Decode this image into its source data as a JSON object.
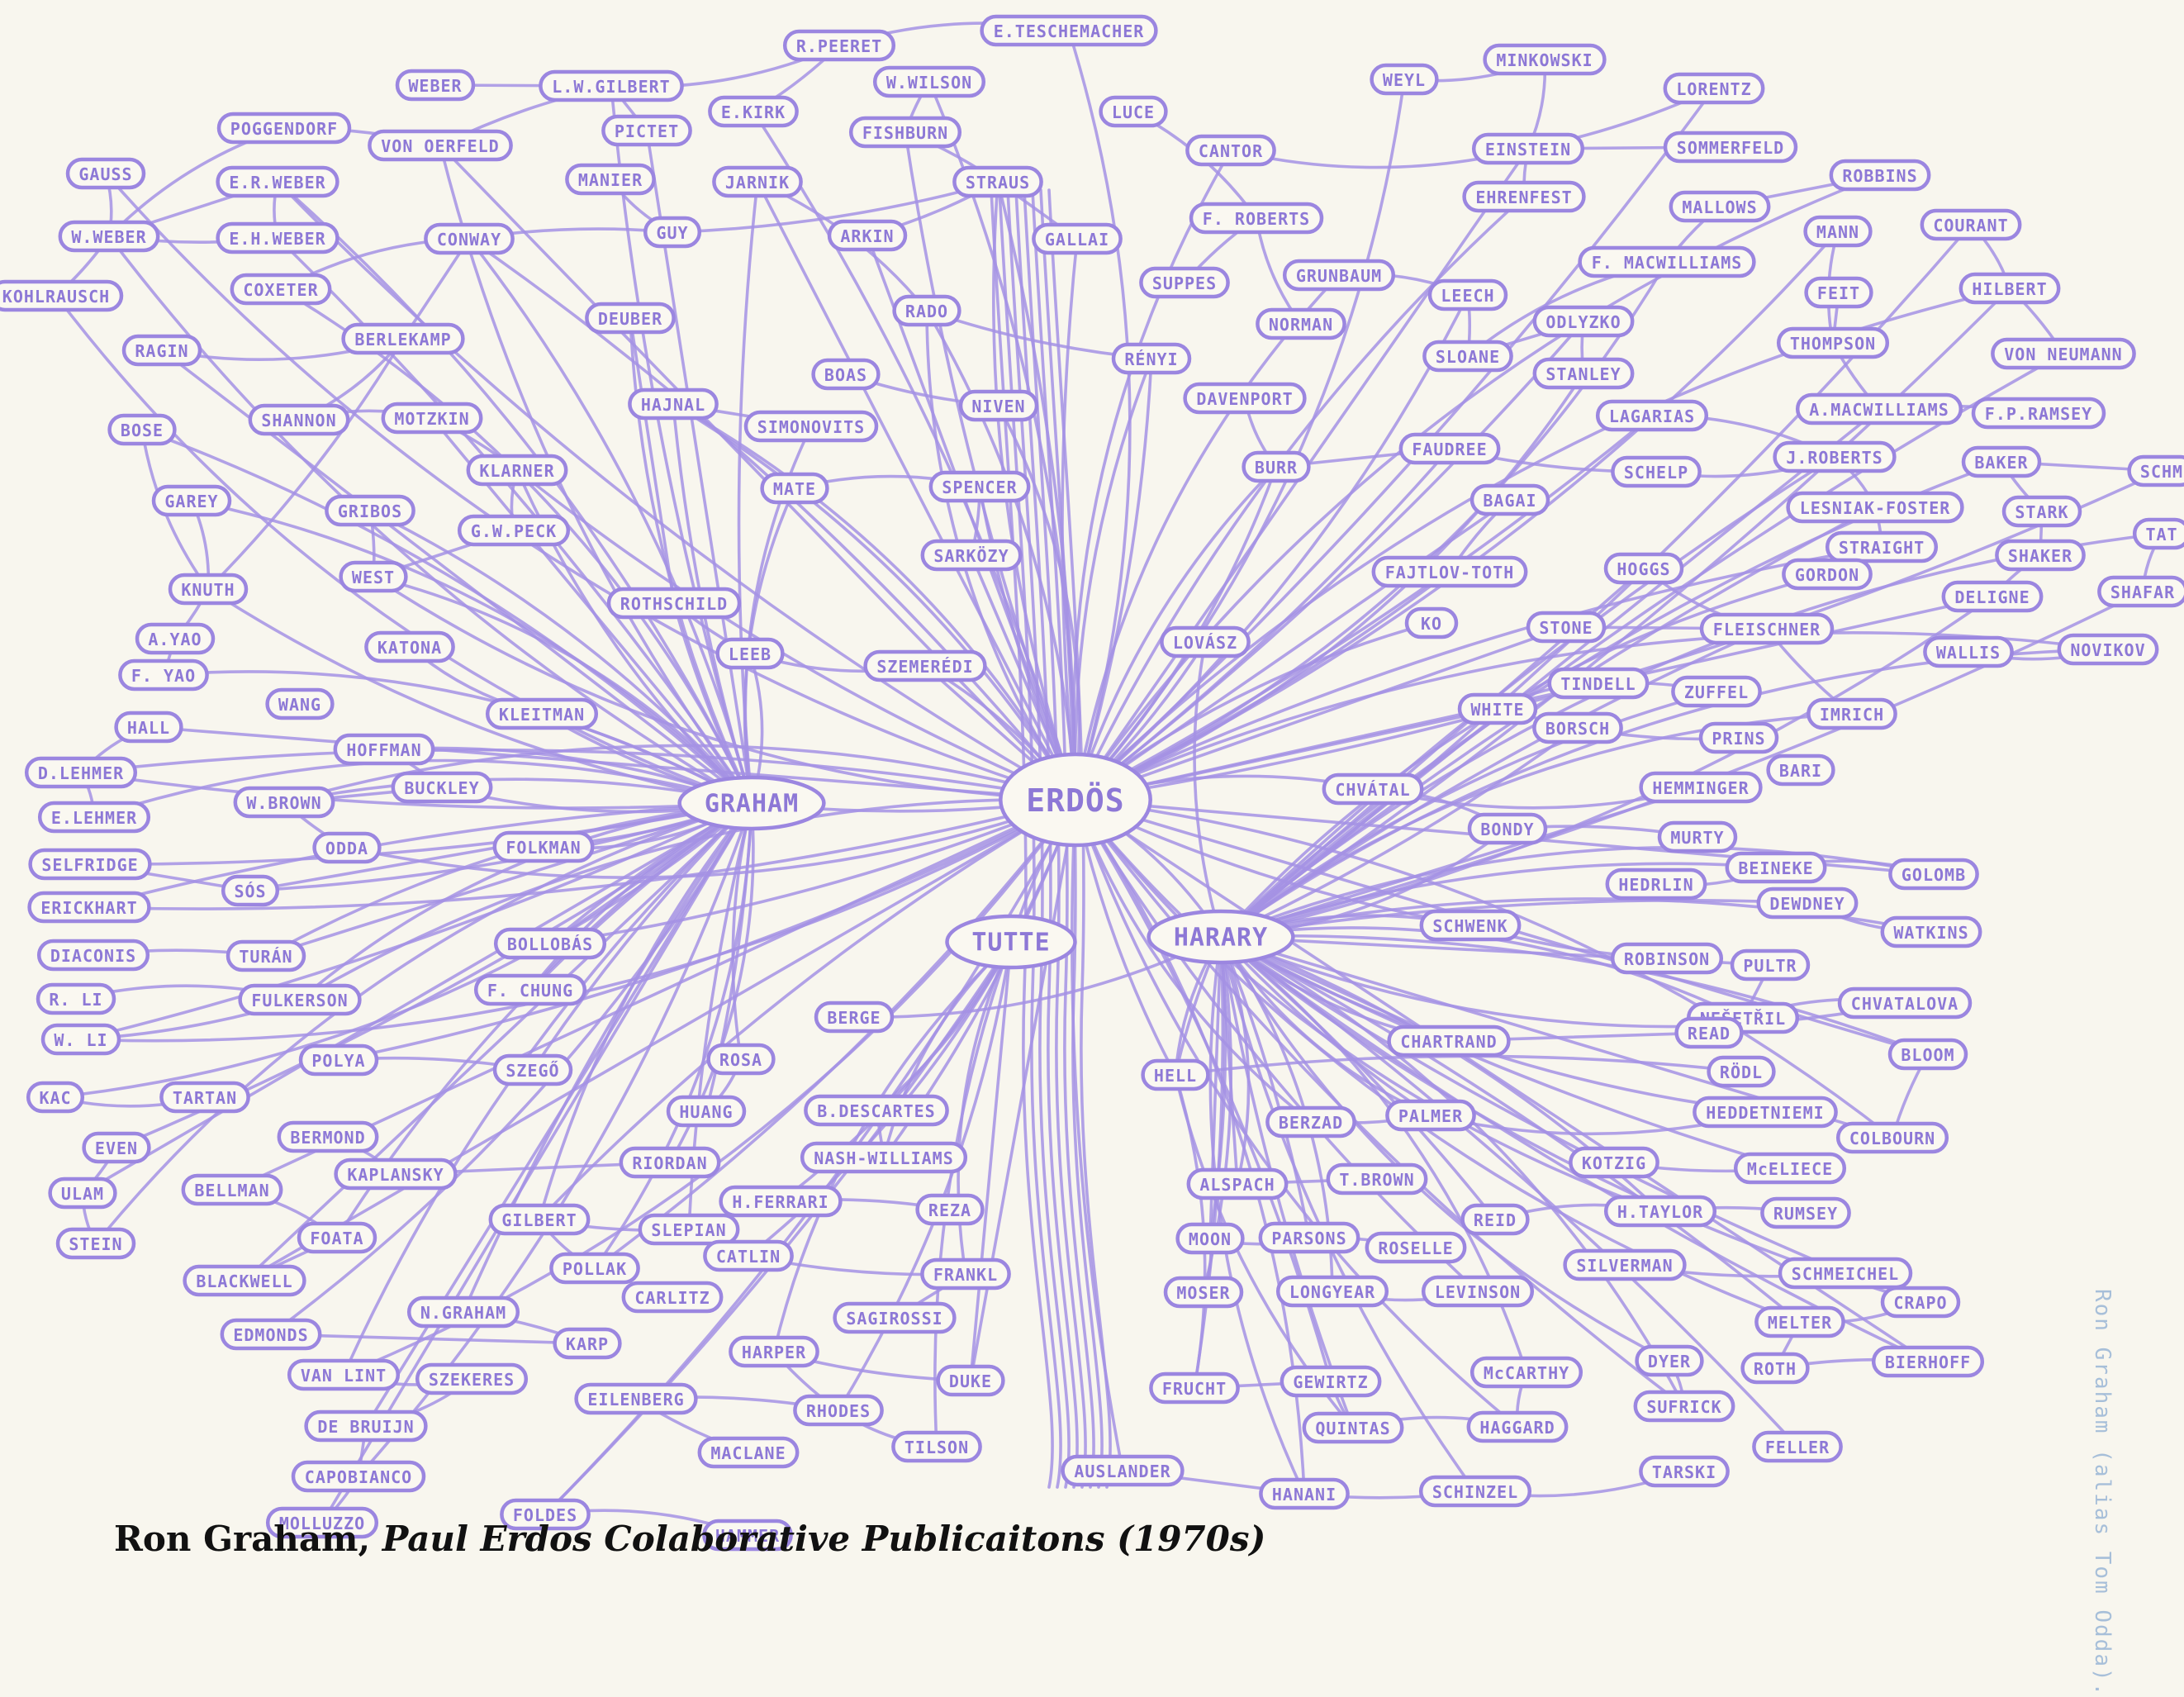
{
  "caption": {
    "author": "Ron Graham,",
    "title": "Paul Erdos Colaborative Publicaitons (1970s)"
  },
  "side_note": "Ron Graham (alias Tom Odda).",
  "colors": {
    "ink": "#9b86e0",
    "paper": "#f8f6ee",
    "caption": "#111111"
  },
  "nodes": [
    {
      "id": "erdos",
      "label": "ERDÖS",
      "hub": true
    },
    {
      "id": "graham",
      "label": "GRAHAM",
      "hub": true
    },
    {
      "id": "harary",
      "label": "HARARY",
      "hub": true
    },
    {
      "id": "tutte",
      "label": "TUTTE",
      "hub": true
    },
    {
      "id": "gauss",
      "label": "GAUSS"
    },
    {
      "id": "wweber",
      "label": "W.WEBER"
    },
    {
      "id": "kohlrausch",
      "label": "KOHLRAUSCH"
    },
    {
      "id": "poggendorf",
      "label": "POGGENDORF"
    },
    {
      "id": "erweber",
      "label": "E.R.WEBER"
    },
    {
      "id": "ehweber",
      "label": "E.H.WEBER"
    },
    {
      "id": "weber",
      "label": "WEBER"
    },
    {
      "id": "lwgilbert",
      "label": "L.W.GILBERT"
    },
    {
      "id": "vonoerfeld",
      "label": "VON OERFELD"
    },
    {
      "id": "rpeeret",
      "label": "R.PEERET"
    },
    {
      "id": "eteschemacher",
      "label": "E.TESCHEMACHER"
    },
    {
      "id": "wwilson",
      "label": "W.WILSON"
    },
    {
      "id": "ekirk",
      "label": "E.KIRK"
    },
    {
      "id": "pictet",
      "label": "PICTET"
    },
    {
      "id": "fishburn",
      "label": "FISHBURN"
    },
    {
      "id": "luce",
      "label": "LUCE"
    },
    {
      "id": "cantor",
      "label": "CANTOR"
    },
    {
      "id": "weyl",
      "label": "WEYL"
    },
    {
      "id": "minkowski",
      "label": "MINKOWSKI"
    },
    {
      "id": "lorentz",
      "label": "LORENTZ"
    },
    {
      "id": "einstein",
      "label": "EINSTEIN"
    },
    {
      "id": "sommerfeld",
      "label": "SOMMERFELD"
    },
    {
      "id": "ehrenfest",
      "label": "EHRENFEST"
    },
    {
      "id": "robbins",
      "label": "ROBBINS"
    },
    {
      "id": "mallows",
      "label": "MALLOWS"
    },
    {
      "id": "mann",
      "label": "MANN"
    },
    {
      "id": "courant",
      "label": "COURANT"
    },
    {
      "id": "manier",
      "label": "MANIER"
    },
    {
      "id": "jarnik",
      "label": "JARNIK"
    },
    {
      "id": "straus",
      "label": "STRAUS"
    },
    {
      "id": "froberts",
      "label": "F. ROBERTS"
    },
    {
      "id": "coxeter",
      "label": "COXETER"
    },
    {
      "id": "conway",
      "label": "CONWAY"
    },
    {
      "id": "guy",
      "label": "GUY"
    },
    {
      "id": "arkin",
      "label": "ARKIN"
    },
    {
      "id": "gallai",
      "label": "GALLAI"
    },
    {
      "id": "suppes",
      "label": "SUPPES"
    },
    {
      "id": "grunbaum",
      "label": "GRUNBAUM"
    },
    {
      "id": "fmacwilliams",
      "label": "F. MACWILLIAMS"
    },
    {
      "id": "feit",
      "label": "FEIT"
    },
    {
      "id": "hilbert",
      "label": "HILBERT"
    },
    {
      "id": "ragin",
      "label": "RAGIN"
    },
    {
      "id": "berlekamp",
      "label": "BERLEKAMP"
    },
    {
      "id": "deuber",
      "label": "DEUBER"
    },
    {
      "id": "rado",
      "label": "RADO"
    },
    {
      "id": "norman",
      "label": "NORMAN"
    },
    {
      "id": "leech",
      "label": "LEECH"
    },
    {
      "id": "odlyzko",
      "label": "ODLYZKO"
    },
    {
      "id": "thompson",
      "label": "THOMPSON"
    },
    {
      "id": "vonneumann",
      "label": "VON NEUMANN"
    },
    {
      "id": "renyi",
      "label": "RÉNYI"
    },
    {
      "id": "sloane",
      "label": "SLOANE"
    },
    {
      "id": "stanley",
      "label": "STANLEY"
    },
    {
      "id": "bose",
      "label": "BOSE"
    },
    {
      "id": "shannon",
      "label": "SHANNON"
    },
    {
      "id": "motzkin",
      "label": "MOTZKIN"
    },
    {
      "id": "hajnal",
      "label": "HAJNAL"
    },
    {
      "id": "boas",
      "label": "BOAS"
    },
    {
      "id": "simonovits",
      "label": "SIMONOVITS"
    },
    {
      "id": "niven",
      "label": "NIVEN"
    },
    {
      "id": "davenport",
      "label": "DAVENPORT"
    },
    {
      "id": "lagarias",
      "label": "LAGARIAS"
    },
    {
      "id": "amacwilliams",
      "label": "A.MACWILLIAMS"
    },
    {
      "id": "fpramsey",
      "label": "F.P.RAMSEY"
    },
    {
      "id": "klarner",
      "label": "KLARNER"
    },
    {
      "id": "mate",
      "label": "MATE"
    },
    {
      "id": "spencer",
      "label": "SPENCER"
    },
    {
      "id": "burr",
      "label": "BURR"
    },
    {
      "id": "faudree",
      "label": "FAUDREE"
    },
    {
      "id": "schelp",
      "label": "SCHELP"
    },
    {
      "id": "jroberts",
      "label": "J.ROBERTS"
    },
    {
      "id": "baker",
      "label": "BAKER"
    },
    {
      "id": "schm",
      "label": "SCHM"
    },
    {
      "id": "garey",
      "label": "GAREY"
    },
    {
      "id": "gribos",
      "label": "GRIBOS"
    },
    {
      "id": "gwpeck",
      "label": "G.W.PECK"
    },
    {
      "id": "bagai",
      "label": "BAGAI"
    },
    {
      "id": "lesniakfoster",
      "label": "LESNIAK-FOSTER"
    },
    {
      "id": "stark",
      "label": "STARK"
    },
    {
      "id": "tat",
      "label": "TAT"
    },
    {
      "id": "west",
      "label": "WEST"
    },
    {
      "id": "sarkozy",
      "label": "SARKÖZY"
    },
    {
      "id": "fajtlovtoth",
      "label": "FAJTLOV-TOTH"
    },
    {
      "id": "hoggs",
      "label": "HOGGS"
    },
    {
      "id": "straight",
      "label": "STRAIGHT"
    },
    {
      "id": "knuth",
      "label": "KNUTH"
    },
    {
      "id": "gordon",
      "label": "GORDON"
    },
    {
      "id": "shaker",
      "label": "SHAKER"
    },
    {
      "id": "deligne",
      "label": "DELIGNE"
    },
    {
      "id": "shafarevich",
      "label": "SHAFAR"
    },
    {
      "id": "ayao",
      "label": "A.YAO"
    },
    {
      "id": "rothschild",
      "label": "ROTHSCHILD"
    },
    {
      "id": "ko",
      "label": "KO"
    },
    {
      "id": "katona",
      "label": "KATONA"
    },
    {
      "id": "leeb",
      "label": "LEEB"
    },
    {
      "id": "szemeredi",
      "label": "SZEMERÉDI"
    },
    {
      "id": "lovasz",
      "label": "LOVÁSZ"
    },
    {
      "id": "stone",
      "label": "STONE"
    },
    {
      "id": "fleischner",
      "label": "FLEISCHNER"
    },
    {
      "id": "wallis",
      "label": "WALLIS"
    },
    {
      "id": "novikov",
      "label": "NOVIKOV"
    },
    {
      "id": "fyao",
      "label": "F. YAO"
    },
    {
      "id": "wang",
      "label": "WANG"
    },
    {
      "id": "kleitman",
      "label": "KLEITMAN"
    },
    {
      "id": "white",
      "label": "WHITE"
    },
    {
      "id": "tindell",
      "label": "TINDELL"
    },
    {
      "id": "zuffel",
      "label": "ZUFFEL"
    },
    {
      "id": "imrich",
      "label": "IMRICH"
    },
    {
      "id": "hall",
      "label": "HALL"
    },
    {
      "id": "hoffman",
      "label": "HOFFMAN"
    },
    {
      "id": "borsch",
      "label": "BORSCH"
    },
    {
      "id": "prins",
      "label": "PRINS"
    },
    {
      "id": "dlehmer",
      "label": "D.LEHMER"
    },
    {
      "id": "buckley",
      "label": "BUCKLEY"
    },
    {
      "id": "bari",
      "label": "BARI"
    },
    {
      "id": "elehmer",
      "label": "E.LEHMER"
    },
    {
      "id": "wbrown",
      "label": "W.BROWN"
    },
    {
      "id": "chvatal",
      "label": "CHVÁTAL"
    },
    {
      "id": "hemminger",
      "label": "HEMMINGER"
    },
    {
      "id": "selfridge",
      "label": "SELFRIDGE"
    },
    {
      "id": "odda",
      "label": "ODDA"
    },
    {
      "id": "folkman",
      "label": "FOLKMAN"
    },
    {
      "id": "bondy",
      "label": "BONDY"
    },
    {
      "id": "murty",
      "label": "MURTY"
    },
    {
      "id": "erickhart",
      "label": "ERICKHART"
    },
    {
      "id": "sos",
      "label": "SÓS"
    },
    {
      "id": "hedrlin",
      "label": "HEDRLIN"
    },
    {
      "id": "beineke",
      "label": "BEINEKE"
    },
    {
      "id": "golomb",
      "label": "GOLOMB"
    },
    {
      "id": "diaconis",
      "label": "DIACONIS"
    },
    {
      "id": "turan",
      "label": "TURÁN"
    },
    {
      "id": "bollobas",
      "label": "BOLLOBÁS"
    },
    {
      "id": "schwenk",
      "label": "SCHWENK"
    },
    {
      "id": "dewdney",
      "label": "DEWDNEY"
    },
    {
      "id": "watkins",
      "label": "WATKINS"
    },
    {
      "id": "rli",
      "label": "R. LI"
    },
    {
      "id": "fulkerson",
      "label": "FULKERSON"
    },
    {
      "id": "fchung",
      "label": "F. CHUNG"
    },
    {
      "id": "robinson",
      "label": "ROBINSON"
    },
    {
      "id": "pultr",
      "label": "PULTR"
    },
    {
      "id": "wli",
      "label": "W. LI"
    },
    {
      "id": "berge",
      "label": "BERGE"
    },
    {
      "id": "nesetril",
      "label": "NEŠETŘIL"
    },
    {
      "id": "chvatalova",
      "label": "CHVATALOVA"
    },
    {
      "id": "polya",
      "label": "POLYA"
    },
    {
      "id": "szego",
      "label": "SZEGŐ"
    },
    {
      "id": "chartrand",
      "label": "CHARTRAND"
    },
    {
      "id": "read",
      "label": "READ"
    },
    {
      "id": "bloom",
      "label": "BLOOM"
    },
    {
      "id": "kac",
      "label": "KAC"
    },
    {
      "id": "tartan",
      "label": "TARTAN"
    },
    {
      "id": "rosa",
      "label": "ROSA"
    },
    {
      "id": "hell",
      "label": "HELL"
    },
    {
      "id": "rodl",
      "label": "RÖDL"
    },
    {
      "id": "huang",
      "label": "HUANG"
    },
    {
      "id": "bdescartes",
      "label": "B.DESCARTES"
    },
    {
      "id": "berzad",
      "label": "BERZAD"
    },
    {
      "id": "palmer",
      "label": "PALMER"
    },
    {
      "id": "heddetniemi",
      "label": "HEDDETNIEMI"
    },
    {
      "id": "bermond",
      "label": "BERMOND"
    },
    {
      "id": "colbourn",
      "label": "COLBOURN"
    },
    {
      "id": "even",
      "label": "EVEN"
    },
    {
      "id": "kaplansky",
      "label": "KAPLANSKY"
    },
    {
      "id": "riordan",
      "label": "RIORDAN"
    },
    {
      "id": "nashwilliams",
      "label": "NASH-WILLIAMS"
    },
    {
      "id": "kotzig",
      "label": "KOTZIG"
    },
    {
      "id": "mceliece",
      "label": "McELIECE"
    },
    {
      "id": "ulam",
      "label": "ULAM"
    },
    {
      "id": "bellman",
      "label": "BELLMAN"
    },
    {
      "id": "hferrari",
      "label": "H.FERRARI"
    },
    {
      "id": "alspach",
      "label": "ALSPACH"
    },
    {
      "id": "tbrown",
      "label": "T.BROWN"
    },
    {
      "id": "gilbert",
      "label": "GILBERT"
    },
    {
      "id": "slepian",
      "label": "SLEPIAN"
    },
    {
      "id": "reza",
      "label": "REZA"
    },
    {
      "id": "reid",
      "label": "REID"
    },
    {
      "id": "htaylor",
      "label": "H.TAYLOR"
    },
    {
      "id": "rumsey",
      "label": "RUMSEY"
    },
    {
      "id": "stein",
      "label": "STEIN"
    },
    {
      "id": "foata",
      "label": "FOATA"
    },
    {
      "id": "catlin",
      "label": "CATLIN"
    },
    {
      "id": "moon",
      "label": "MOON"
    },
    {
      "id": "parsons",
      "label": "PARSONS"
    },
    {
      "id": "rosselle",
      "label": "ROSELLE"
    },
    {
      "id": "pollak",
      "label": "POLLAK"
    },
    {
      "id": "frankl",
      "label": "FRANKL"
    },
    {
      "id": "silverman",
      "label": "SILVERMAN"
    },
    {
      "id": "schmeichel",
      "label": "SCHMEICHEL"
    },
    {
      "id": "blackwell",
      "label": "BLACKWELL"
    },
    {
      "id": "carlitz",
      "label": "CARLITZ"
    },
    {
      "id": "moser",
      "label": "MOSER"
    },
    {
      "id": "longyear",
      "label": "LONGYEAR"
    },
    {
      "id": "levinson",
      "label": "LEVINSON"
    },
    {
      "id": "crapo",
      "label": "CRAPO"
    },
    {
      "id": "ngraham",
      "label": "N.GRAHAM"
    },
    {
      "id": "sagirossi",
      "label": "SAGIROSSI"
    },
    {
      "id": "melter",
      "label": "MELTER"
    },
    {
      "id": "edmonds",
      "label": "EDMONDS"
    },
    {
      "id": "karp",
      "label": "KARP"
    },
    {
      "id": "harper",
      "label": "HARPER"
    },
    {
      "id": "vanlint",
      "label": "VAN LINT"
    },
    {
      "id": "szekeres",
      "label": "SZEKERES"
    },
    {
      "id": "duke",
      "label": "DUKE"
    },
    {
      "id": "frucht",
      "label": "FRUCHT"
    },
    {
      "id": "gewirtz",
      "label": "GEWIRTZ"
    },
    {
      "id": "mccarthy",
      "label": "McCARTHY"
    },
    {
      "id": "dyer",
      "label": "DYER"
    },
    {
      "id": "roth",
      "label": "ROTH"
    },
    {
      "id": "bierhoff",
      "label": "BIERHOFF"
    },
    {
      "id": "debruijn",
      "label": "DE BRUIJN"
    },
    {
      "id": "eilenberg",
      "label": "EILENBERG"
    },
    {
      "id": "rhodes",
      "label": "RHODES"
    },
    {
      "id": "sufrick",
      "label": "SUFRICK"
    },
    {
      "id": "maclane",
      "label": "MACLANE"
    },
    {
      "id": "tilson",
      "label": "TILSON"
    },
    {
      "id": "quintas",
      "label": "QUINTAS"
    },
    {
      "id": "haggard",
      "label": "HAGGARD"
    },
    {
      "id": "feller",
      "label": "FELLER"
    },
    {
      "id": "capobianco",
      "label": "CAPOBIANCO"
    },
    {
      "id": "auslander",
      "label": "AUSLANDER"
    },
    {
      "id": "hanani",
      "label": "HANANI"
    },
    {
      "id": "schinzel",
      "label": "SCHINZEL"
    },
    {
      "id": "tarski",
      "label": "TARSKI"
    },
    {
      "id": "molluzzo",
      "label": "MOLLUZZO"
    },
    {
      "id": "foldes",
      "label": "FOLDES"
    },
    {
      "id": "hammer",
      "label": "HAMMER"
    }
  ]
}
